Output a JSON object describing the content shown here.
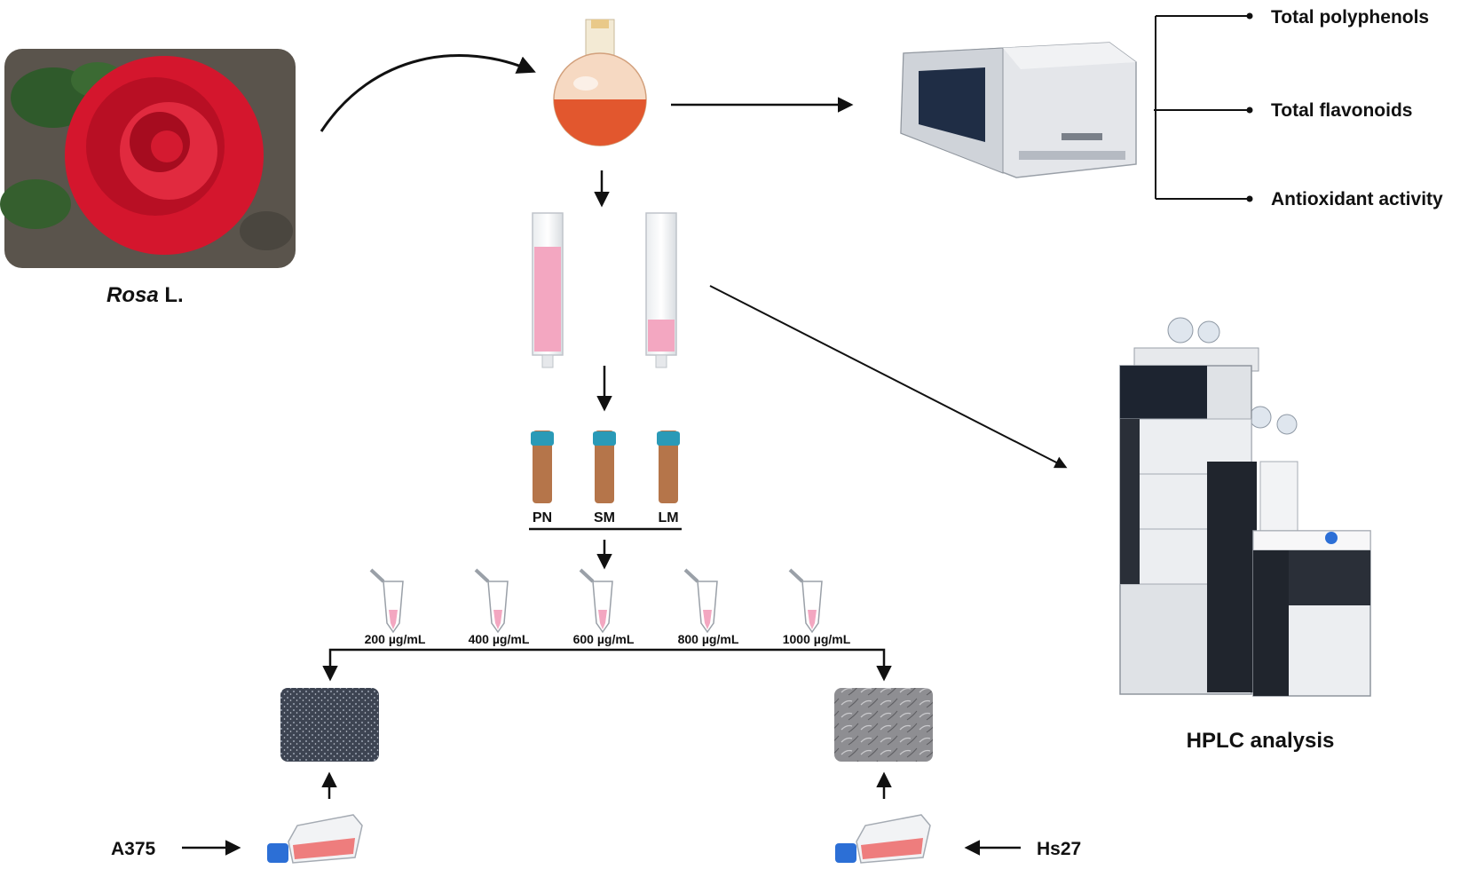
{
  "rose_label": {
    "genus": "Rosa",
    "suffix": " L."
  },
  "spectro_outputs": [
    "Total polyphenols",
    "Total flavonoids",
    "Antioxidant activity"
  ],
  "fractions": [
    "PN",
    "SM",
    "LM"
  ],
  "concentrations": [
    "200 µg/mL",
    "400 µg/mL",
    "600 µg/mL",
    "800 µg/mL",
    "1000 µg/mL"
  ],
  "cell_lines": {
    "left": "A375",
    "right": "Hs27"
  },
  "hplc_label": "HPLC analysis",
  "colors": {
    "rose": "#d4162d",
    "extract": "#e2572e",
    "pink_fill": "#f3a7c1",
    "vial_amber": "#b5754a",
    "vial_cap": "#2a9ab7",
    "flask_medium": "#ee7d7d",
    "flask_cap": "#2c6fd6"
  }
}
